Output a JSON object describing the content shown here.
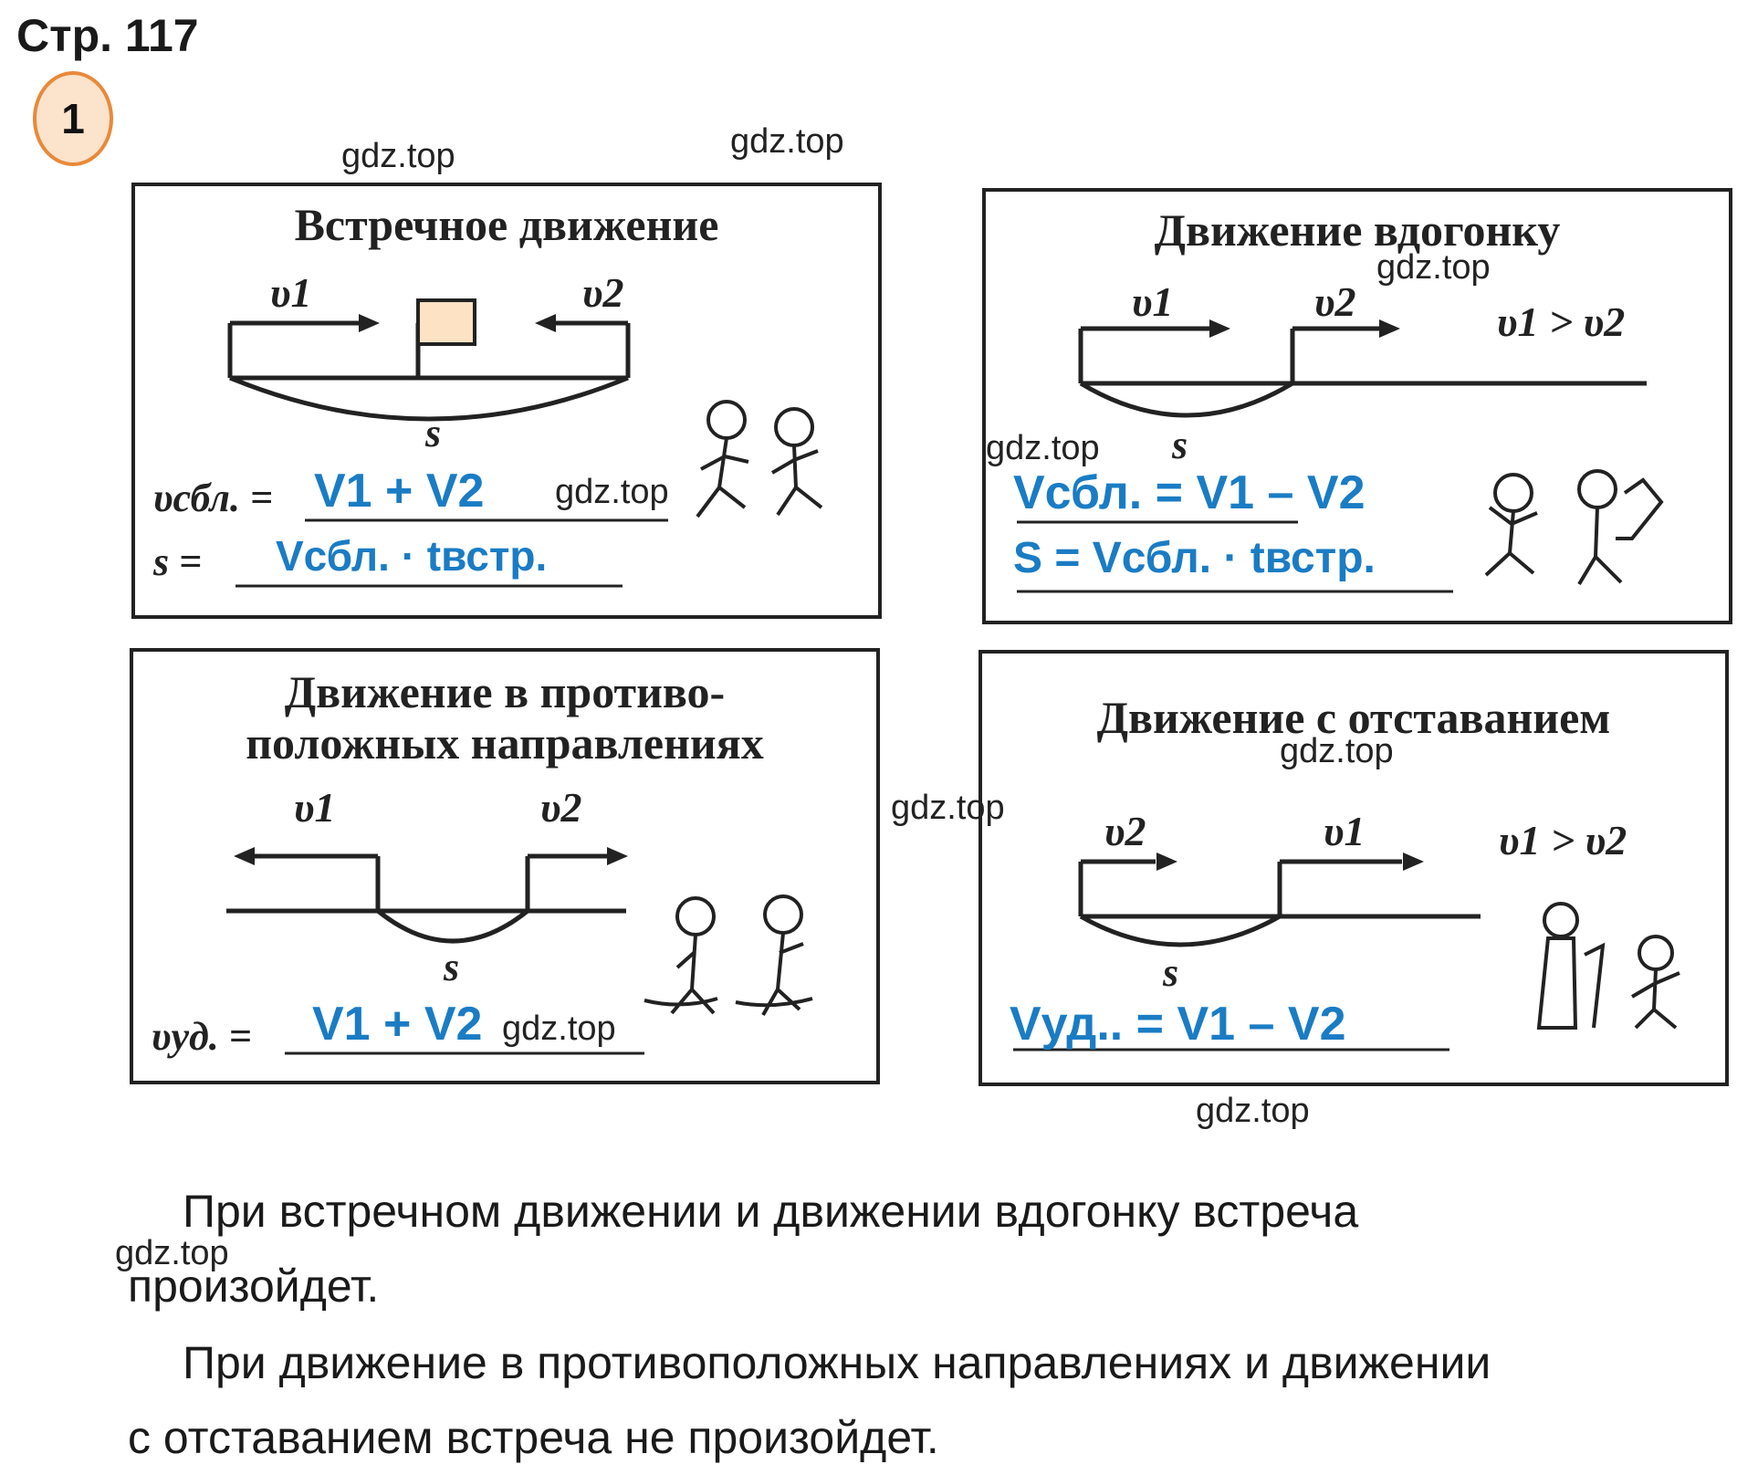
{
  "page": {
    "label": "Стр. 117",
    "task_number": "1"
  },
  "cards": {
    "oncoming": {
      "title": "Встречное движение",
      "v1": "υ1",
      "v2": "υ2",
      "s": "s",
      "lhs1": "υсбл. =",
      "answer1_main": "V1 + V2",
      "lhs2": "s =",
      "answer2": "Vсбл. · tвстр."
    },
    "catchup": {
      "title": "Движение вдогонку",
      "v1": "υ1",
      "v2": "υ2",
      "s": "s",
      "condition": "υ1 > υ2",
      "answer1": "Vсбл. = V1 – V2",
      "answer2": "S = Vсбл. · tвстр."
    },
    "opposite": {
      "title_line1": "Движение в противо-",
      "title_line2": "положных направлениях",
      "v1": "υ1",
      "v2": "υ2",
      "s": "s",
      "lhs1": "υуд. =",
      "answer1": "V1 + V2"
    },
    "lagging": {
      "title": "Движение с отставанием",
      "v1": "υ1",
      "v2": "υ2",
      "s": "s",
      "condition": "υ1 > υ2",
      "answer1": "Vуд.. = V1 – V2"
    }
  },
  "watermark": "gdz.top",
  "text": {
    "para1_line1": "При встречном движении и движении вдогонку встреча",
    "para1_line2": "произойдет.",
    "para2_line1": "При движение в противоположных направлениях и движении",
    "para2_line2": "с отставанием встреча не произойдет."
  },
  "colors": {
    "answer_blue": "#1a7cc4",
    "badge_border": "#e8893a",
    "badge_fill": "#fbe3cc",
    "box_fill": "#fde2c4"
  }
}
